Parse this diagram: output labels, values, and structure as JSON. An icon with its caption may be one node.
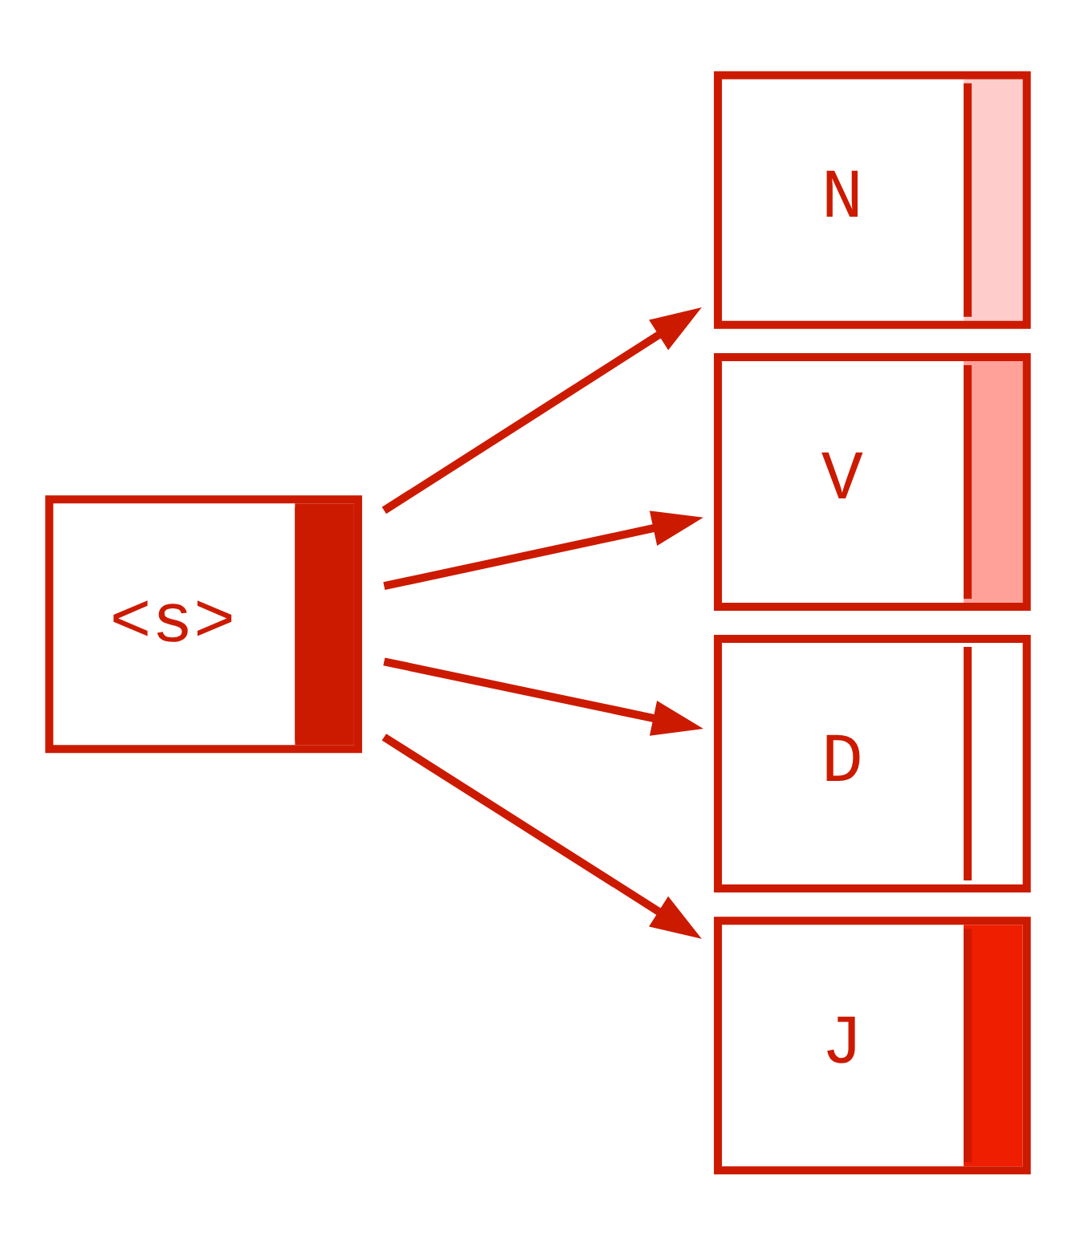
{
  "diagram": {
    "nodes": [
      {
        "text": [
          "<s>"
        ]
      },
      {
        "text": [
          "N"
        ]
      },
      {
        "text": [
          "V"
        ]
      },
      {
        "text": [
          "D"
        ]
      },
      {
        "text": [
          "J"
        ]
      }
    ],
    "edges": [
      {
        "from": 0,
        "to": 1,
        "arrow": "to"
      },
      {
        "from": 0,
        "to": 2,
        "arrow": "to"
      },
      {
        "from": 0,
        "to": 3,
        "arrow": "to"
      },
      {
        "from": 0,
        "to": 4,
        "arrow": "to"
      }
    ]
  }
}
